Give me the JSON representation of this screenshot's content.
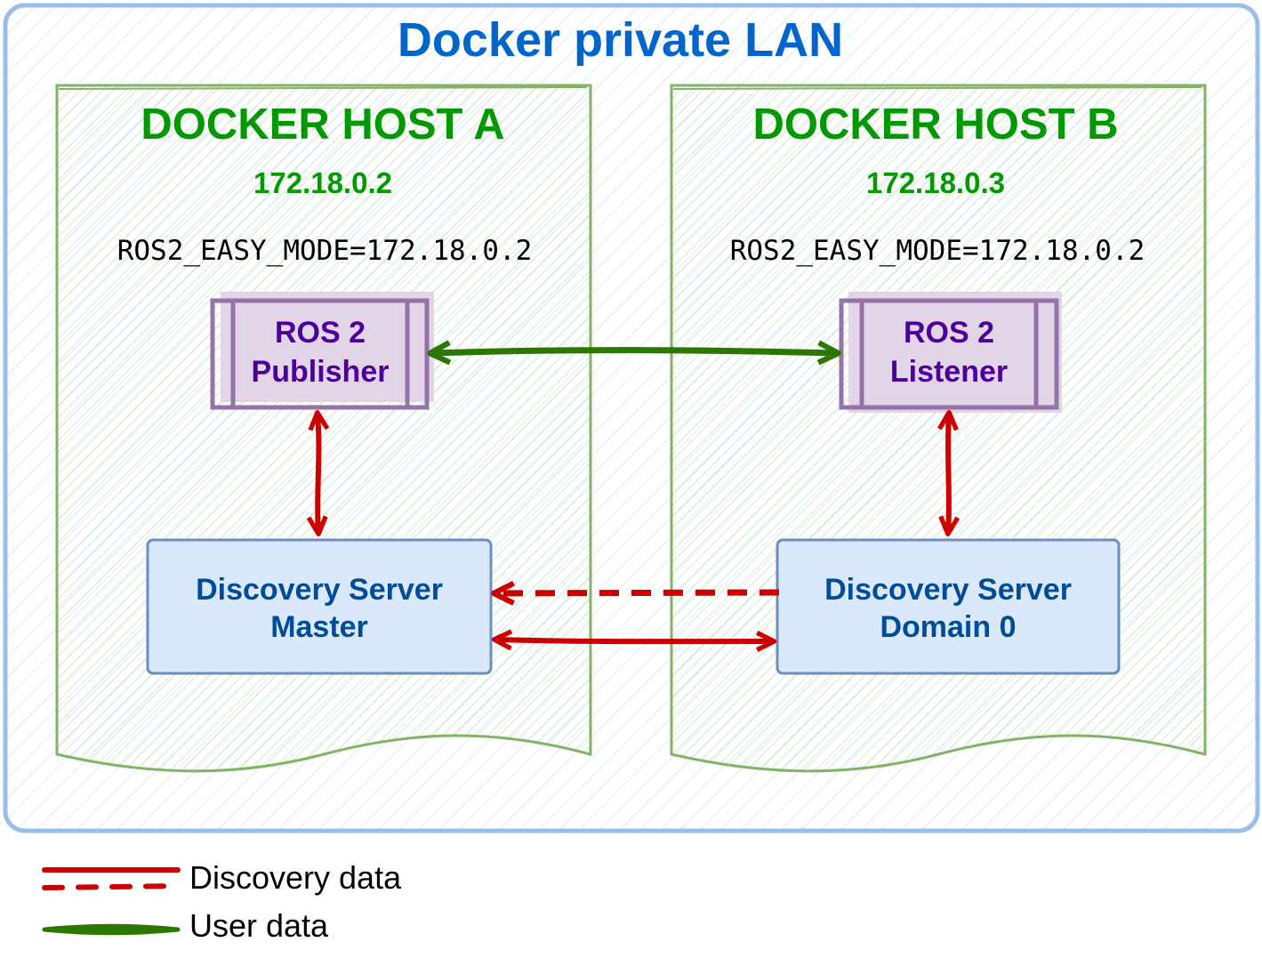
{
  "title": "Docker private LAN",
  "colors": {
    "lan_border": "#99BFE8",
    "host_border": "#82B366",
    "host_text": "#009900",
    "node_border": "#9673A6",
    "node_fill": "#E1D5E7",
    "node_text": "#4C0099",
    "ds_border": "#6C8EBF",
    "ds_fill": "#DAE8FC",
    "ds_text": "#004C99",
    "discovery_line": "#CC0000",
    "user_line": "#2D7600"
  },
  "hosts": [
    {
      "name": "DOCKER HOST A",
      "ip": "172.18.0.2",
      "env": "ROS2_EASY_MODE=172.18.0.2",
      "node": {
        "line1": "ROS 2",
        "line2": "Publisher"
      },
      "server": {
        "line1": "Discovery Server",
        "line2": "Master"
      }
    },
    {
      "name": "DOCKER HOST B",
      "ip": "172.18.0.3",
      "env": "ROS2_EASY_MODE=172.18.0.2",
      "node": {
        "line1": "ROS 2",
        "line2": "Listener"
      },
      "server": {
        "line1": "Discovery Server",
        "line2": "Domain 0"
      }
    }
  ],
  "connections": [
    {
      "from": "ROS 2 Publisher",
      "to": "ROS 2 Listener",
      "type": "User data",
      "style": "solid",
      "direction": "bidirectional"
    },
    {
      "from": "ROS 2 Publisher",
      "to": "Discovery Server Master",
      "type": "Discovery data",
      "style": "solid",
      "direction": "bidirectional"
    },
    {
      "from": "ROS 2 Listener",
      "to": "Discovery Server Domain 0",
      "type": "Discovery data",
      "style": "solid",
      "direction": "bidirectional"
    },
    {
      "from": "Discovery Server Domain 0",
      "to": "Discovery Server Master",
      "type": "Discovery data",
      "style": "dashed",
      "direction": "one-way"
    },
    {
      "from": "Discovery Server Master",
      "to": "Discovery Server Domain 0",
      "type": "Discovery data",
      "style": "solid",
      "direction": "bidirectional"
    }
  ],
  "legend": [
    {
      "label": "Discovery data",
      "styles": [
        "solid",
        "dashed"
      ]
    },
    {
      "label": "User data",
      "styles": [
        "solid"
      ]
    }
  ]
}
